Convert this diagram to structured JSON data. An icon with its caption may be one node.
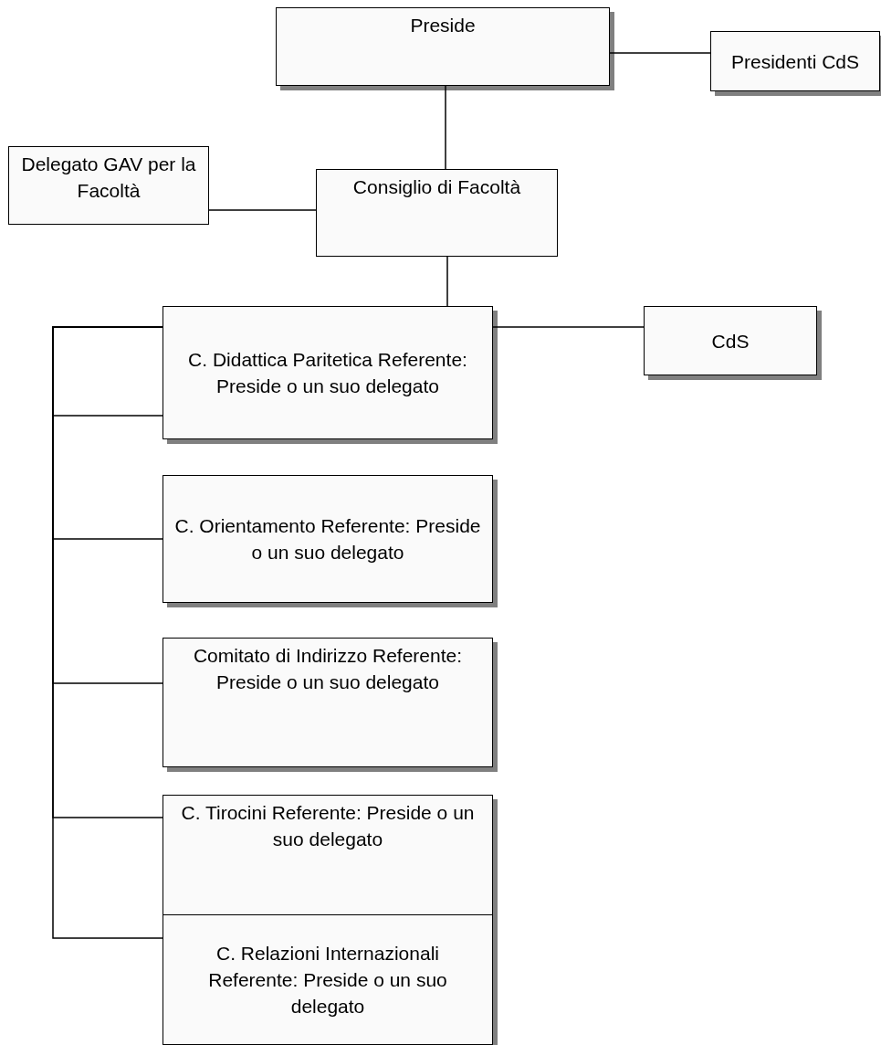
{
  "diagram": {
    "nodes": [
      {
        "text": [
          "Preside"
        ]
      },
      {
        "text": [
          "Presidenti CdS"
        ]
      },
      {
        "text": [
          "Delegato GAV per la Facoltà"
        ]
      },
      {
        "text": [
          "Consiglio di Facoltà"
        ]
      },
      {
        "text": [
          "C. Didattica Paritetica Referente: Preside o un suo delegato"
        ]
      },
      {
        "text": [
          "CdS"
        ]
      },
      {
        "text": [
          "C. Orientamento Referente: Preside o un suo delegato"
        ]
      },
      {
        "text": [
          "Comitato di Indirizzo Referente: Preside o un suo delegato"
        ]
      },
      {
        "text": [
          "C. Tirocini Referente: Preside o un suo delegato"
        ]
      },
      {
        "text": [
          "C. Relazioni Internazionali Referente: Preside o un suo delegato"
        ]
      }
    ],
    "edges": [
      {
        "from": 0,
        "to": 1,
        "arrow": "none"
      },
      {
        "from": 0,
        "to": 3,
        "arrow": "none"
      },
      {
        "from": 2,
        "to": 3,
        "arrow": "none"
      },
      {
        "from": 3,
        "to": 4,
        "arrow": "none"
      },
      {
        "from": 4,
        "to": 5,
        "arrow": "none"
      },
      {
        "from": 4,
        "to": 6,
        "arrow": "none"
      },
      {
        "from": 4,
        "to": 7,
        "arrow": "none"
      },
      {
        "from": 4,
        "to": 8,
        "arrow": "none"
      },
      {
        "from": 4,
        "to": 9,
        "arrow": "none"
      }
    ]
  }
}
